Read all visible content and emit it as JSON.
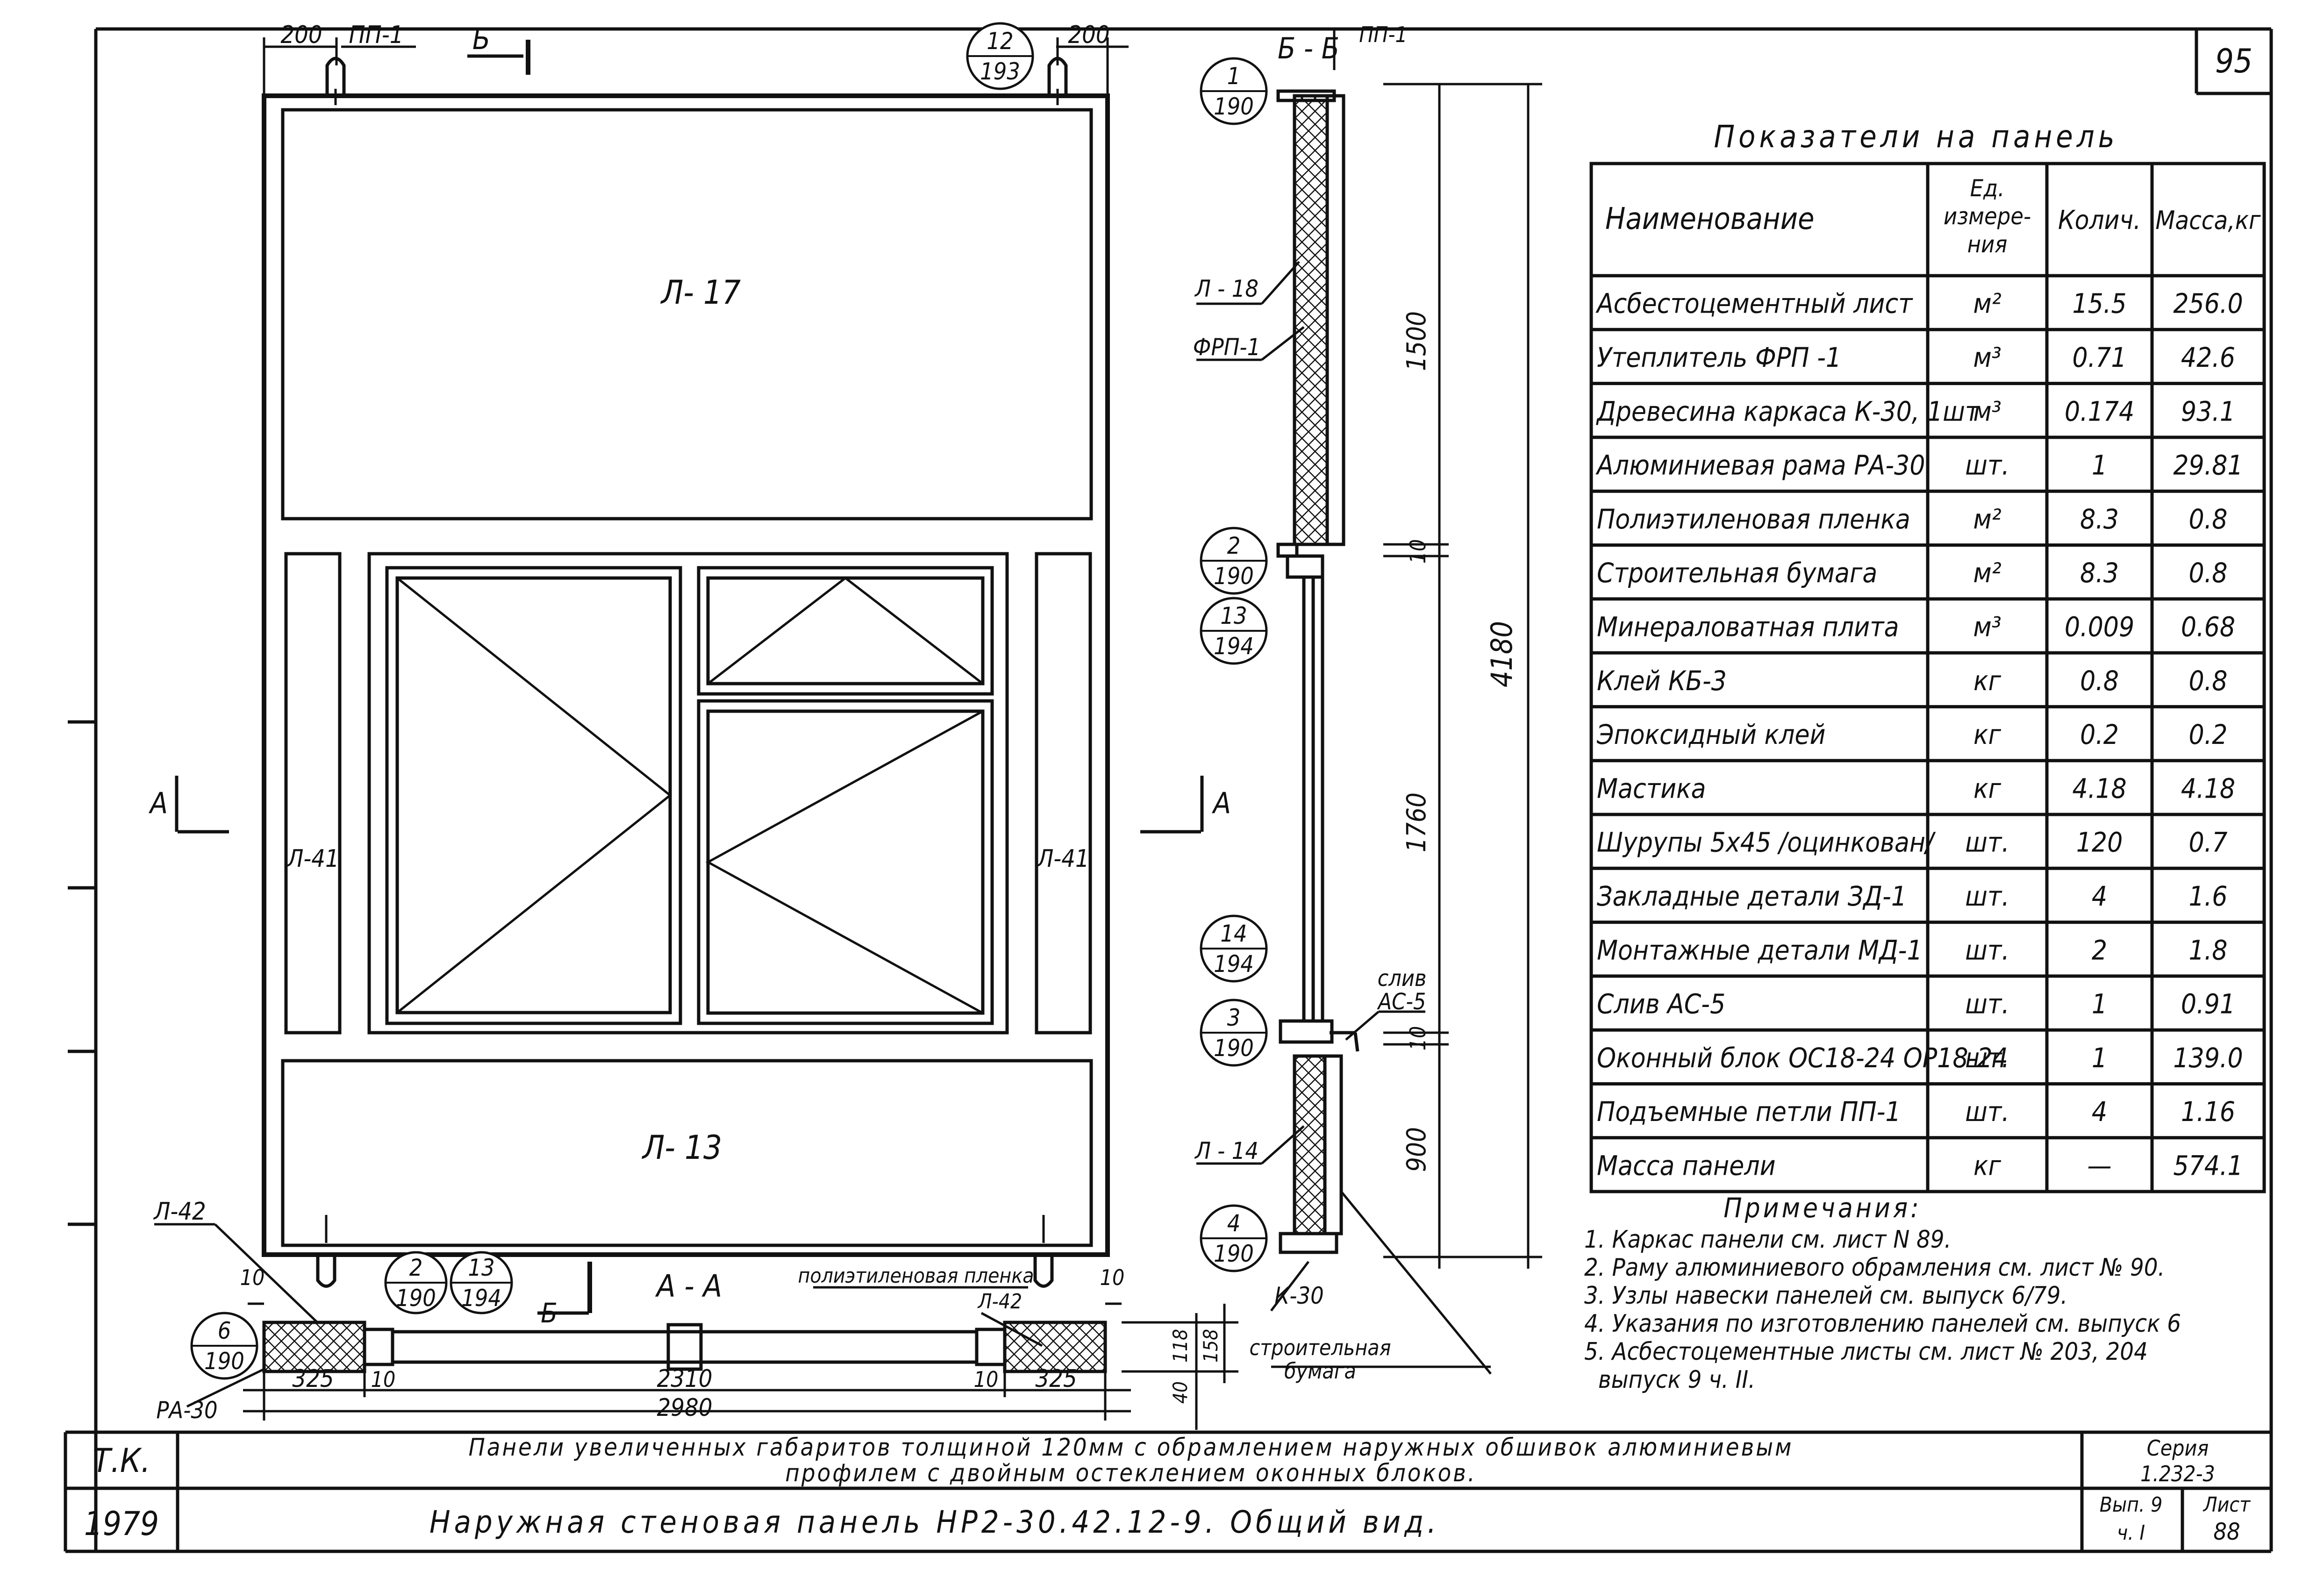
{
  "sheet_number": "95",
  "table": {
    "title": "Показатели на панель",
    "headers": [
      "Наименование",
      "Ед. измере-ния",
      "Колич.",
      "Масса,кг"
    ],
    "rows": [
      {
        "name": "Асбестоцементный лист",
        "unit": "м²",
        "qty": "15.5",
        "mass": "256.0"
      },
      {
        "name": "Утеплитель ФРП -1",
        "unit": "м³",
        "qty": "0.71",
        "mass": "42.6"
      },
      {
        "name": "Древесина каркаса К-30, 1шт",
        "unit": "м³",
        "qty": "0.174",
        "mass": "93.1"
      },
      {
        "name": "Алюминиевая рама РА-30",
        "unit": "шт.",
        "qty": "1",
        "mass": "29.81"
      },
      {
        "name": "Полиэтиленовая пленка",
        "unit": "м²",
        "qty": "8.3",
        "mass": "0.8"
      },
      {
        "name": "Строительная бумага",
        "unit": "м²",
        "qty": "8.3",
        "mass": "0.8"
      },
      {
        "name": "Минераловатная плита",
        "unit": "м³",
        "qty": "0.009",
        "mass": "0.68"
      },
      {
        "name": "Клей КБ-3",
        "unit": "кг",
        "qty": "0.8",
        "mass": "0.8"
      },
      {
        "name": "Эпоксидный клей",
        "unit": "кг",
        "qty": "0.2",
        "mass": "0.2"
      },
      {
        "name": "Мастика",
        "unit": "кг",
        "qty": "4.18",
        "mass": "4.18"
      },
      {
        "name": "Шурупы 5х45 /оцинкован/",
        "unit": "шт.",
        "qty": "120",
        "mass": "0.7"
      },
      {
        "name": "Закладные детали ЗД-1",
        "unit": "шт.",
        "qty": "4",
        "mass": "1.6"
      },
      {
        "name": "Монтажные детали МД-1",
        "unit": "шт.",
        "qty": "2",
        "mass": "1.8"
      },
      {
        "name": "Слив АС-5",
        "unit": "шт.",
        "qty": "1",
        "mass": "0.91"
      },
      {
        "name": "Оконный блок ОС18-24 ОР18-24",
        "unit": "шт.",
        "qty": "1",
        "mass": "139.0"
      },
      {
        "name": "Подъемные петли ПП-1",
        "unit": "шт.",
        "qty": "4",
        "mass": "1.16"
      },
      {
        "name": "Масса панели",
        "unit": "кг",
        "qty": "—",
        "mass": "574.1"
      }
    ]
  },
  "notes": {
    "title": "Примечания:",
    "items": [
      "1. Каркас панели см. лист N 89.",
      "2. Раму алюминиевого обрамления см. лист № 90.",
      "3. Узлы навески панелей см. выпуск 6/79.",
      "4. Указания по изготовлению панелей см. выпуск 6",
      "5. Асбестоцементные листы см. лист № 203, 204",
      "выпуск 9 ч. II."
    ]
  },
  "elevation": {
    "panel_top": "Л- 17",
    "panel_bottom": "Л- 13",
    "panel_side_left": "Л-41",
    "panel_side_right": "Л-41",
    "dim_left_top": "200",
    "dim_right_top": "200",
    "loop_label": "ПП-1",
    "section_letter_b": "Б",
    "section_letter_a": "А",
    "label_l42": "Л-42"
  },
  "plan": {
    "title": "А - А",
    "dim_total": "2980",
    "dim_inner": "2310",
    "dim_side_left": "325",
    "dim_side_right": "325",
    "dim_gap_left": "10",
    "dim_gap_right": "10",
    "dim_top_left": "10",
    "dim_top_right": "10",
    "dim_thick_a": "118",
    "dim_thick_b": "158",
    "dim_thick_c": "40",
    "film_label": "полиэтиленовая пленка",
    "label_l42": "Л-42",
    "label_ra30": "РА-30",
    "section_letter": "Б"
  },
  "section": {
    "title": "Б - Б",
    "loop_label": "ПП-1",
    "dims": {
      "upper": "1500",
      "gap_upper": "10",
      "middle": "1760",
      "gap_lower": "10",
      "lower": "900",
      "total": "4180"
    },
    "labels": {
      "l18": "Л - 18",
      "frp": "ФРП-1",
      "l14": "Л - 14",
      "k30": "К-30",
      "sliv_1": "слив",
      "sliv_2": "АС-5",
      "paper_1": "строительная",
      "paper_2": "бумага"
    }
  },
  "bubbles": [
    {
      "top": "12",
      "bottom": "193"
    },
    {
      "top": "1",
      "bottom": "190"
    },
    {
      "top": "2",
      "bottom": "190"
    },
    {
      "top": "13",
      "bottom": "194"
    },
    {
      "top": "14",
      "bottom": "194"
    },
    {
      "top": "3",
      "bottom": "190"
    },
    {
      "top": "4",
      "bottom": "190"
    },
    {
      "top": "2",
      "bottom": "190"
    },
    {
      "top": "13",
      "bottom": "194"
    },
    {
      "top": "6",
      "bottom": "190"
    }
  ],
  "title_block": {
    "org": "Т.К.",
    "year": "1979",
    "subtitle_line1": "Панели увеличенных габаритов толщиной 120мм с обрамлением наружных обшивок алюминиевым",
    "subtitle_line2": "профилем с двойным остеклением оконных блоков.",
    "title": "Наружная стеновая панель НР2-30.42.12-9. Общий вид.",
    "series_label": "Серия",
    "series": "1.232-3",
    "issue_label": "Вып. 9",
    "part": "ч. I",
    "sheet_label": "Лист",
    "sheet": "88"
  }
}
